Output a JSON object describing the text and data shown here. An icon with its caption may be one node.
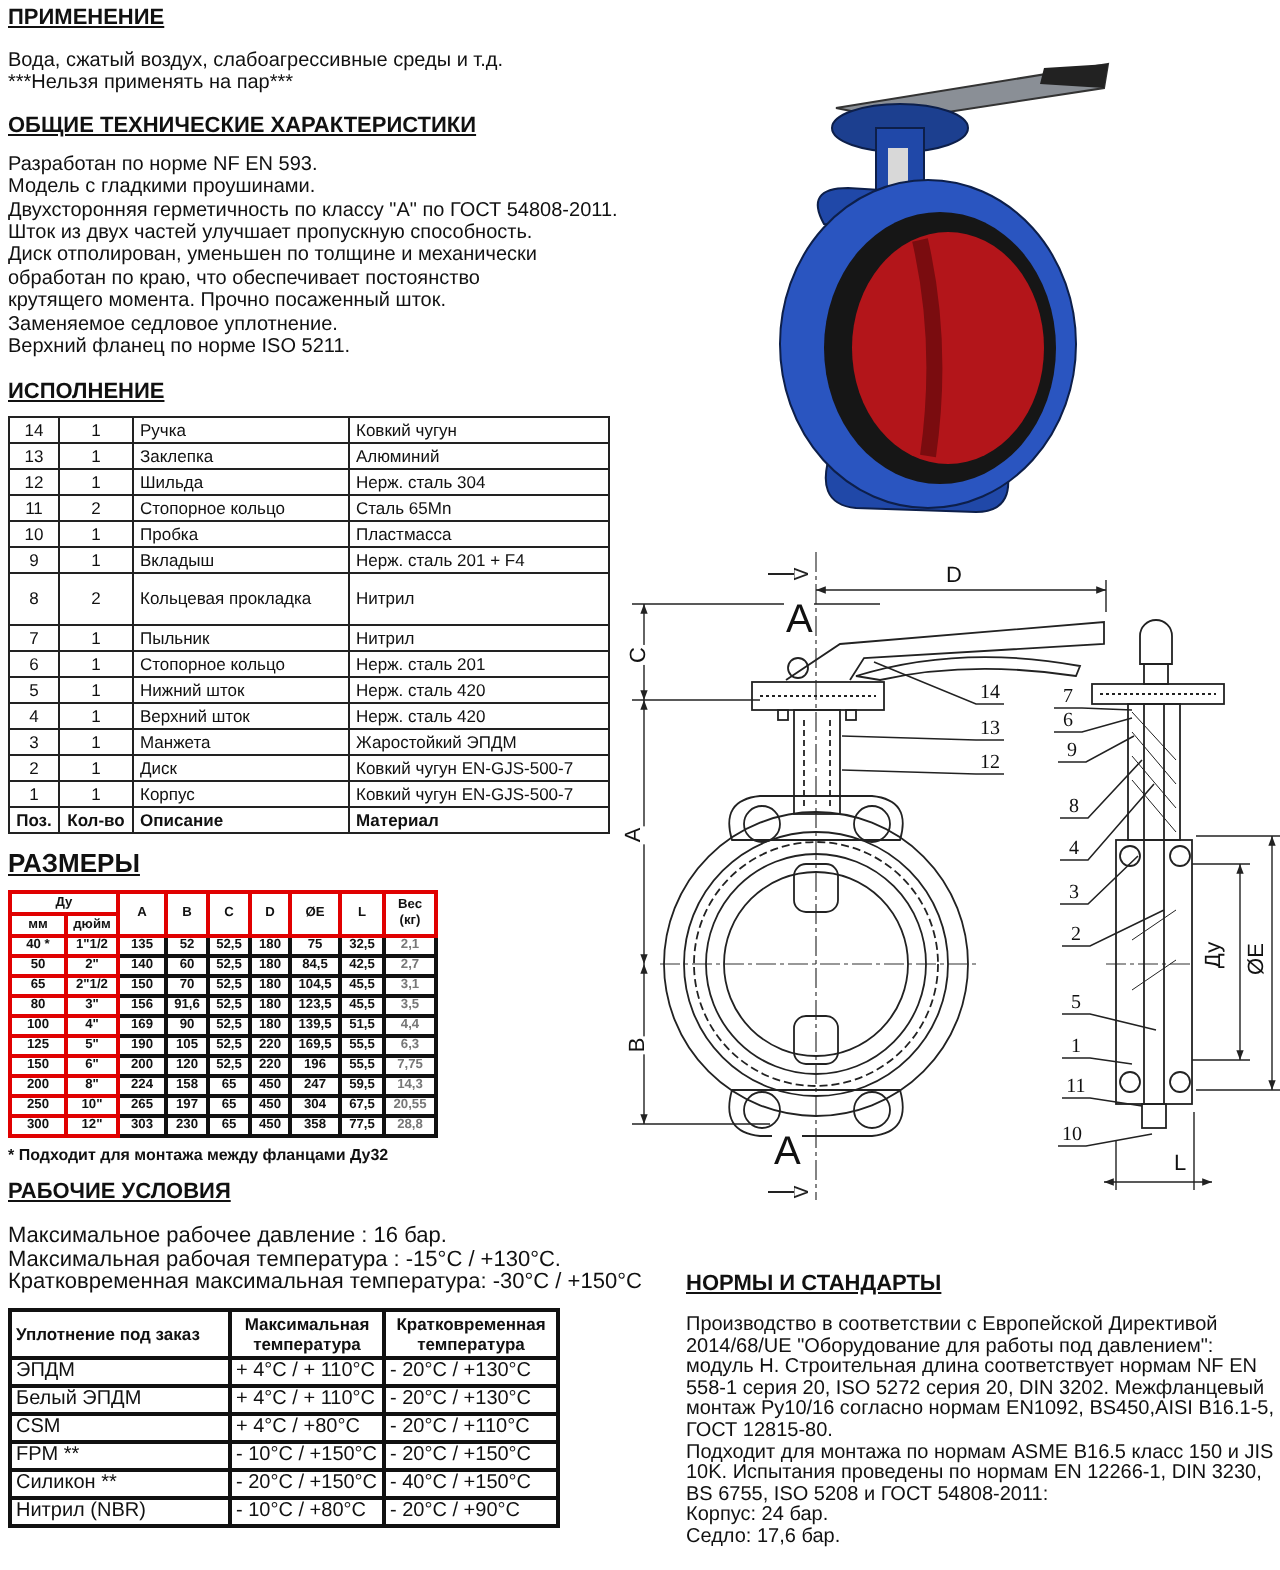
{
  "diagram": {
    "nodes": [
      {
        "text": [
          "14"
        ]
      },
      {
        "text": [
          "13"
        ]
      },
      {
        "text": [
          "12"
        ]
      },
      {
        "text": [
          "7"
        ]
      },
      {
        "text": [
          "6"
        ]
      },
      {
        "text": [
          "9"
        ]
      },
      {
        "text": [
          "8"
        ]
      },
      {
        "text": [
          "4"
        ]
      },
      {
        "text": [
          "3"
        ]
      },
      {
        "text": [
          "2"
        ]
      },
      {
        "text": [
          "5"
        ]
      },
      {
        "text": [
          "1"
        ]
      },
      {
        "text": [
          "11"
        ]
      },
      {
        "text": [
          "10"
        ]
      },
      {
        "text": [],
        "shape": "picture"
      },
      {
        "text": [],
        "shape": "picture"
      },
      {
        "text": [],
        "shape": "picture"
      }
    ],
    "edges": [
      {
        "from": 0,
        "to": 16,
        "arrow": "none"
      },
      {
        "from": 1,
        "to": 14,
        "arrow": "none"
      },
      {
        "from": 2,
        "to": 14,
        "arrow": "none"
      },
      {
        "from": 3,
        "to": 15,
        "arrow": "none"
      },
      {
        "from": 4,
        "to": 15,
        "arrow": "none"
      },
      {
        "from": 5,
        "to": 15,
        "arrow": "none"
      },
      {
        "from": 6,
        "to": 15,
        "arrow": "none"
      },
      {
        "from": 7,
        "to": 15,
        "arrow": "none"
      },
      {
        "from": 8,
        "to": 15,
        "arrow": "none"
      },
      {
        "from": 9,
        "to": 15,
        "arrow": "none"
      },
      {
        "from": 10,
        "to": 15,
        "arrow": "none"
      },
      {
        "from": 11,
        "to": 15,
        "arrow": "none"
      },
      {
        "from": 12,
        "to": 15,
        "arrow": "none"
      },
      {
        "from": 13,
        "to": 15,
        "arrow": "none"
      }
    ],
    "labels": [
      "ПРИМЕНЕНИЕ",
      "Вода, сжатый воздух, слабоагрессивные среды и т.д.",
      "***Нельзя применять на пар***",
      "ОБЩИЕ ТЕХНИЧЕСКИЕ ХАРАКТЕРИСТИКИ",
      "Разработан по норме NF EN 593.",
      "Модель с гладкими проушинами.",
      "Двухсторонняя герметичность по классу \"А\" по ГОСТ 54808-2011.",
      "Шток из двух частей улучшает пропускную способность.",
      "Диск отполирован, уменьшен по толщине и механически обработан по краю, что обеспечивает постоянство крутящего момента. Прочно посаженный шток.",
      "Заменяемое седловое уплотнение.",
      "Верхний фланец по норме ISO 5211.",
      "ИСПОЛНЕНИЕ",
      "14",
      "1",
      "Ручка",
      "Ковкий чугун",
      "13",
      "1",
      "Заклепка",
      "Алюминий",
      "12",
      "1",
      "Шильда",
      "Нерж. сталь 304",
      "11",
      "2",
      "Стопорное кольцо",
      "Сталь 65Mn",
      "10",
      "1",
      "Пробка",
      "Пластмасса",
      "9",
      "1",
      "Вкладыш",
      "Нерж. сталь 201 + F4",
      "8",
      "2",
      "Кольцевая прокладка",
      "Нитрил",
      "7",
      "1",
      "Пыльник",
      "Нитрил",
      "6",
      "1",
      "Стопорное кольцо",
      "Нерж. сталь 201",
      "5",
      "1",
      "Нижний шток",
      "Нерж. сталь 420",
      "4",
      "1",
      "Верхний шток",
      "Нерж. сталь 420",
      "3",
      "1",
      "Манжета",
      "Жаростойкий ЭПДМ",
      "2",
      "1",
      "Диск",
      "Ковкий чугун EN-GJS-500-7",
      "1",
      "1",
      "Корпус",
      "Ковкий чугун EN-GJS-500-7",
      "Поз.",
      "Кол-во",
      "Описание",
      "Материал",
      "РАЗМЕРЫ",
      "Ду",
      "A",
      "B",
      "C",
      "D",
      "ØE",
      "L",
      "Вес (кг)",
      "мм",
      "дюйм",
      "40 *",
      "1\"1/2",
      "135",
      "52",
      "52,5",
      "180",
      "75",
      "32,5",
      "2,1",
      "50",
      "2\"",
      "140",
      "60",
      "52,5",
      "180",
      "84,5",
      "42,5",
      "2,7",
      "65",
      "2\"1/2",
      "150",
      "70",
      "52,5",
      "180",
      "104,5",
      "45,5",
      "3,1",
      "80",
      "3\"",
      "156",
      "91,6",
      "52,5",
      "180",
      "123,5",
      "45,5",
      "3,5",
      "100",
      "4\"",
      "169",
      "90",
      "52,5",
      "180",
      "139,5",
      "51,5",
      "4,4",
      "125",
      "5\"",
      "190",
      "105",
      "52,5",
      "220",
      "169,5",
      "55,5",
      "6,3",
      "150",
      "6\"",
      "200",
      "120",
      "52,5",
      "220",
      "196",
      "55,5",
      "7,75",
      "200",
      "8\"",
      "224",
      "158",
      "65",
      "450",
      "247",
      "59,5",
      "14,3",
      "250",
      "10\"",
      "265",
      "197",
      "65",
      "450",
      "304",
      "67,5",
      "20,55",
      "300",
      "12\"",
      "303",
      "230",
      "65",
      "450",
      "358",
      "77,5",
      "28,8",
      "* Подходит для монтажа между фланцами Ду32",
      "РАБОЧИЕ УСЛОВИЯ",
      "Максимальное рабочее давление : 16 бар.",
      "Максимальная рабочая температура : -15°C / +130°C.",
      "Кратковременная максимальная температура: -30°C / +150°C",
      "Уплотнение под заказ",
      "Максимальная температура",
      "Кратковременная температура",
      "ЭПДМ",
      "+ 4°C / + 110°C",
      "- 20°C / +130°C",
      "Белый ЭПДМ",
      "+ 4°C / + 110°C",
      "- 20°C / +130°C",
      "CSM",
      "+ 4°C / +80°C",
      "- 20°C / +110°C",
      "FPM **",
      "- 10°C / +150°C",
      "- 20°C / +150°C",
      "Силикон **",
      "- 20°C / +150°C",
      "- 40°C / +150°C",
      "Нитрил (NBR)",
      "- 10°C / +80°C",
      "- 20°C / +90°C",
      "НОРМЫ И СТАНДАРТЫ",
      "Производство в соответствии с Европейской Директивой 2014/68/UE \"Оборудование для работы под давлением\": модуль Н. Строительная длина соответствует нормам NF EN 558-1 серия 20, ISO 5272 серия 20, DIN 3202. Межфланцевый монтаж Ру10/16 согласно нормам EN1092, BS450,AISI B16.1-5, ГОСТ 12815-80.",
      "Подходит для монтажа по нормам ASME B16.5 класс 150 и JIS 10K. Испытания проведены по нормам EN 12266-1, DIN 3230, BS 6755, ISO 5208 и ГОСТ 54808-2011:",
      "Корпус: 24 бар.",
      "Седло: 17,6 бар.",
      "D",
      "C",
      "A",
      "A",
      "B",
      "A",
      "Ду",
      "ØE",
      "L"
    ]
  }
}
